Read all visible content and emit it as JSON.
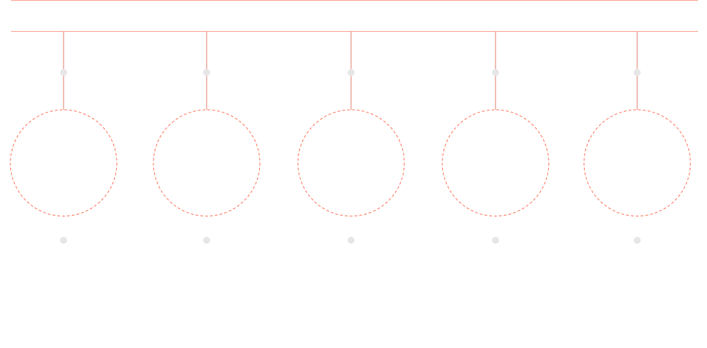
{
  "colors": {
    "rail": "#ff9b86",
    "stem_top": "#e07a6a",
    "stem_gradient_bottom": "#9a6aa8",
    "circle_dash": "#ff6a4f",
    "node_dot": "#e6e6e6",
    "background": "#ffffff"
  },
  "diagram": {
    "type": "circular-nodes-on-rail",
    "node_count": 5,
    "stem_connector_dots": true,
    "circle_style": "dashed"
  }
}
